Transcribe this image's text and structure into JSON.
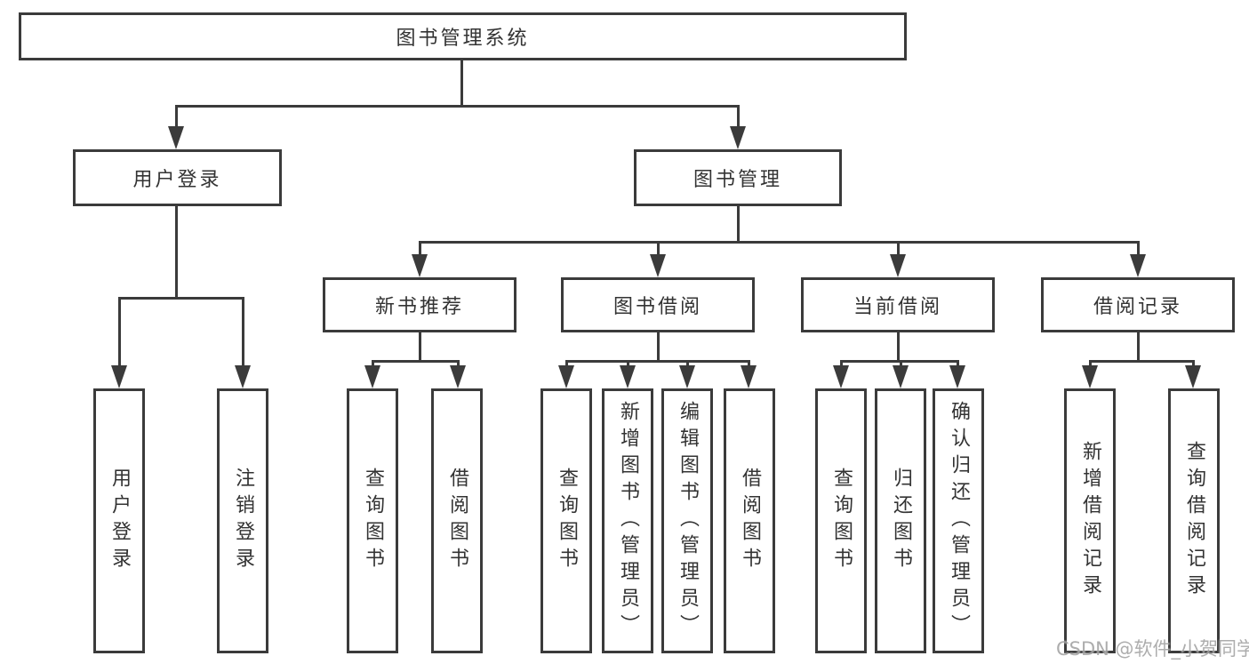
{
  "tree": {
    "root": "图书管理系统",
    "level2": [
      {
        "label": "用户登录"
      },
      {
        "label": "图书管理"
      }
    ],
    "level3": [
      {
        "label": "新书推荐"
      },
      {
        "label": "图书借阅"
      },
      {
        "label": "当前借阅"
      },
      {
        "label": "借阅记录"
      }
    ],
    "leaves": {
      "user_login": [
        "用户登录",
        "注销登录"
      ],
      "new_book": [
        "查询图书",
        "借阅图书"
      ],
      "book_borrow": [
        "查询图书",
        "新增图书（管理员）",
        "编辑图书（管理员）",
        "借阅图书"
      ],
      "current_borrow": [
        "查询图书",
        "归还图书",
        "确认归还（管理员）"
      ],
      "borrow_record": [
        "新增借阅记录",
        "查询借阅记录"
      ]
    }
  },
  "watermark": {
    "text": "CSDN @软件_小贺同学"
  },
  "colors": {
    "line": "#3b3b3b",
    "text": "#333333",
    "background": "#ffffff",
    "watermark": "#969696"
  }
}
